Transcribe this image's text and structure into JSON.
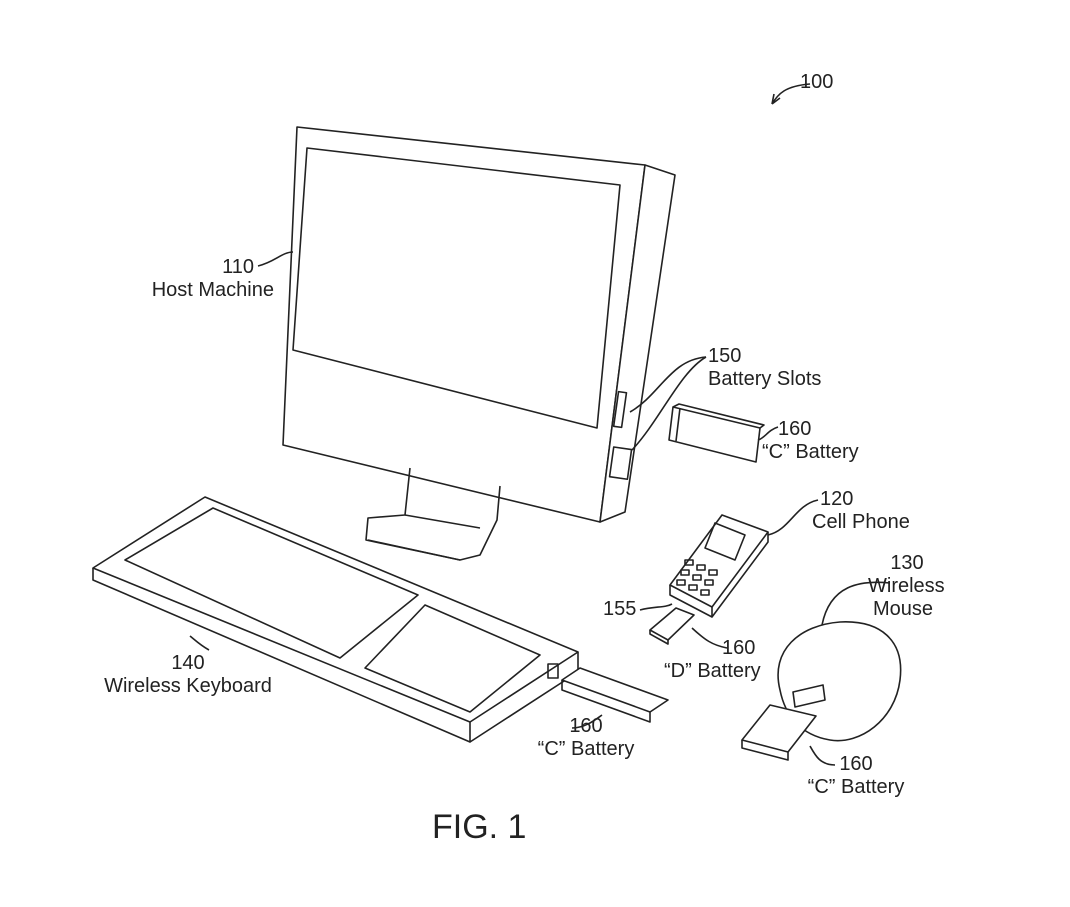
{
  "figure_ref": "100",
  "figure_caption": "FIG. 1",
  "labels": {
    "host": {
      "number": "110",
      "name": "Host Machine"
    },
    "slots": {
      "number": "150",
      "name": "Battery Slots"
    },
    "c_battery_host": {
      "number": "160",
      "name": "“C” Battery"
    },
    "phone": {
      "number": "120",
      "name": "Cell Phone"
    },
    "phone_slot": {
      "number": "155"
    },
    "d_battery": {
      "number": "160",
      "name": "“D” Battery"
    },
    "mouse": {
      "number": "130",
      "name": "Wireless Mouse"
    },
    "keyboard": {
      "number": "140",
      "name": "Wireless Keyboard"
    },
    "c_battery_keyboard": {
      "number": "160",
      "name": "“C” Battery"
    },
    "c_battery_mouse": {
      "number": "160",
      "name": "“C” Battery"
    }
  }
}
